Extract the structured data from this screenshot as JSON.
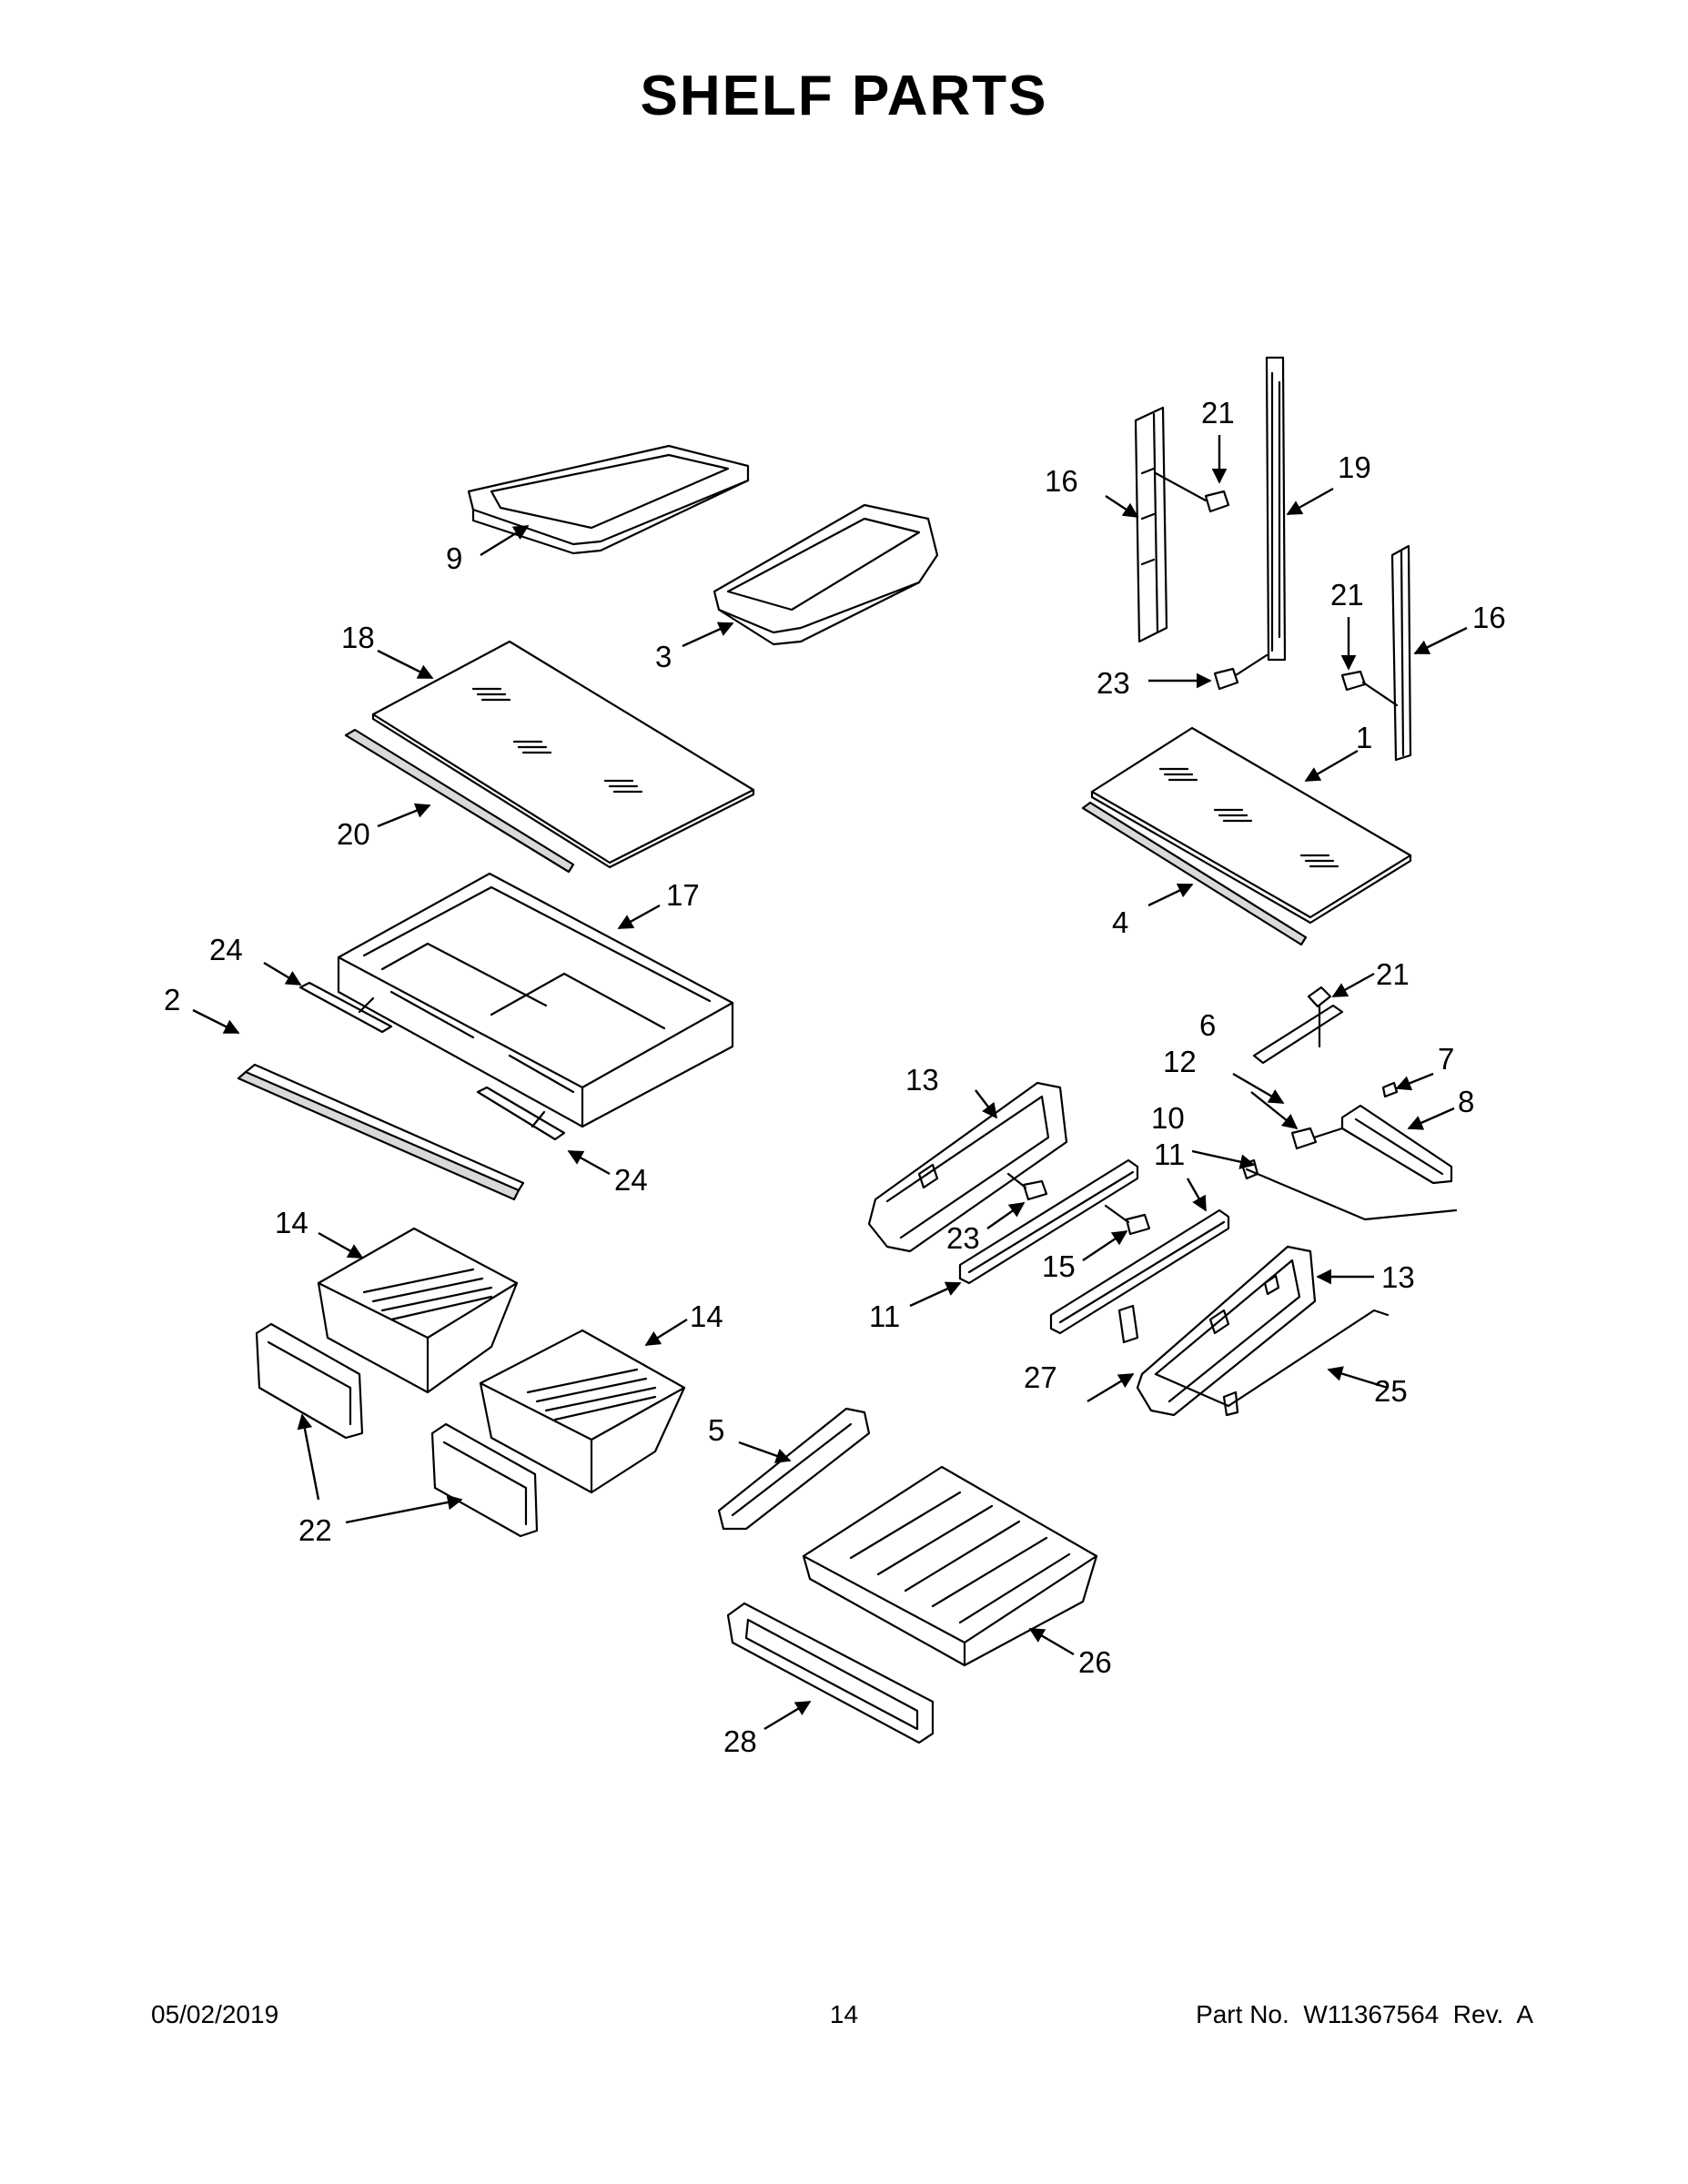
{
  "page": {
    "title": "SHELF PARTS",
    "date": "05/02/2019",
    "page_number": "14",
    "part_number": "Part No.  W11367564  Rev.  A"
  },
  "callouts": {
    "c9": "9",
    "c3": "3",
    "c18": "18",
    "c20": "20",
    "c17": "17",
    "c24a": "24",
    "c2": "2",
    "c24b": "24",
    "c14a": "14",
    "c14b": "14",
    "c22": "22",
    "c5": "5",
    "c28": "28",
    "c26": "26",
    "c16a": "16",
    "c21a": "21",
    "c19": "19",
    "c21b": "21",
    "c16b": "16",
    "c23a": "23",
    "c1": "1",
    "c4": "4",
    "c21c": "21",
    "c6": "6",
    "c7": "7",
    "c12": "12",
    "c8": "8",
    "c13a": "13",
    "c10": "10",
    "c11a": "11",
    "c11b": "11",
    "c23b": "23",
    "c15": "15",
    "c13b": "13",
    "c27": "27",
    "c25": "25"
  }
}
